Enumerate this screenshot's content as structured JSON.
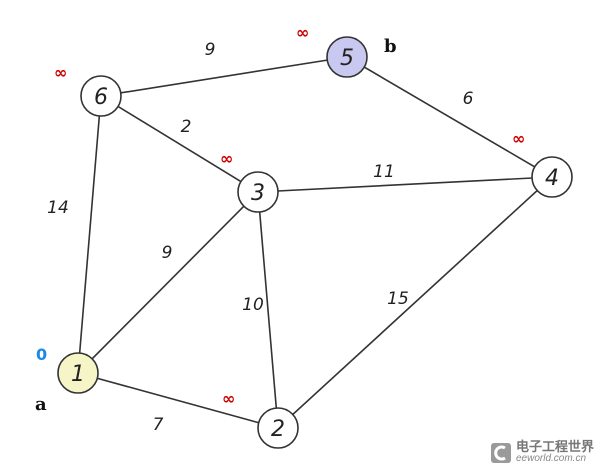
{
  "diagram": {
    "colors": {
      "start_node_fill": "#f5f5c8",
      "end_node_fill": "#c8c8f0",
      "node_fill": "#ffffff",
      "infinity_color": "#cc0000",
      "zero_color": "#1e88e5"
    },
    "nodes": [
      {
        "id": "1",
        "label": "1",
        "distance": "0",
        "name": "a",
        "role": "start"
      },
      {
        "id": "2",
        "label": "2",
        "distance": "∞",
        "name": "",
        "role": "normal"
      },
      {
        "id": "3",
        "label": "3",
        "distance": "∞",
        "name": "",
        "role": "normal"
      },
      {
        "id": "4",
        "label": "4",
        "distance": "∞",
        "name": "",
        "role": "normal"
      },
      {
        "id": "5",
        "label": "5",
        "distance": "∞",
        "name": "b",
        "role": "end"
      },
      {
        "id": "6",
        "label": "6",
        "distance": "∞",
        "name": "",
        "role": "normal"
      }
    ],
    "edges": [
      {
        "from": "6",
        "to": "5",
        "weight": "9"
      },
      {
        "from": "5",
        "to": "4",
        "weight": "6"
      },
      {
        "from": "6",
        "to": "3",
        "weight": "2"
      },
      {
        "from": "3",
        "to": "4",
        "weight": "11"
      },
      {
        "from": "6",
        "to": "1",
        "weight": "14"
      },
      {
        "from": "1",
        "to": "3",
        "weight": "9"
      },
      {
        "from": "3",
        "to": "2",
        "weight": "10"
      },
      {
        "from": "2",
        "to": "4",
        "weight": "15"
      },
      {
        "from": "1",
        "to": "2",
        "weight": "7"
      }
    ]
  },
  "watermark": {
    "text_cn": "电子工程世界",
    "url": "eeworld.com.cn"
  }
}
